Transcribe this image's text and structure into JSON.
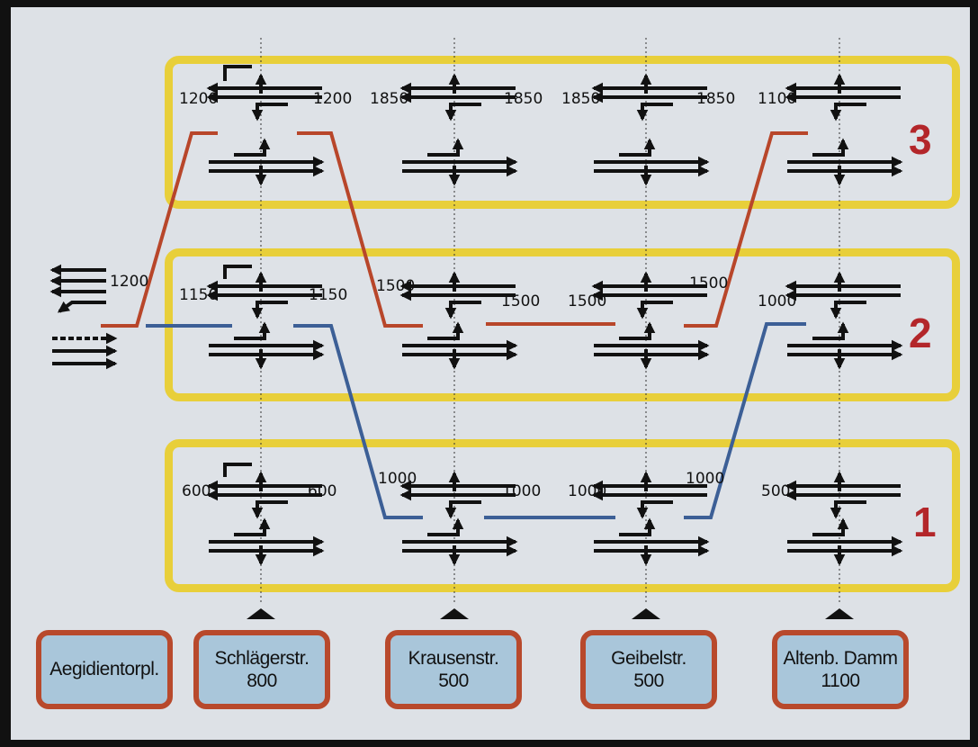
{
  "levels": [
    {
      "label": "3",
      "color": "#b3262a"
    },
    {
      "label": "2",
      "color": "#b3262a"
    },
    {
      "label": "1",
      "color": "#b3262a"
    }
  ],
  "stations": [
    {
      "name": "Aegidientorpl.",
      "depth": ""
    },
    {
      "name": "Schlägerstr.",
      "depth": "800"
    },
    {
      "name": "Krausenstr.",
      "depth": "500"
    },
    {
      "name": "Geibelstr.",
      "depth": "500"
    },
    {
      "name": "Altenb. Damm",
      "depth": "1100"
    }
  ],
  "labels": {
    "l3_schlager_left": "1200",
    "l3_schlager_right": "1200",
    "l3_krausen_left": "1850",
    "l3_krausen_right": "1850",
    "l3_geibel_left": "1850",
    "l3_geibel_right": "1850",
    "l3_altenb_left": "1100",
    "aegid_right": "1200",
    "l2_schlager_left": "1150",
    "l2_schlager_right": "1150",
    "l2_krausen_left": "1500",
    "l2_krausen_right": "1500",
    "l2_geibel_left": "1500",
    "l2_geibel_right": "1500",
    "l2_altenb_left": "1000",
    "l1_schlager_left": "600",
    "l1_schlager_right": "600",
    "l1_krausen_left": "1000",
    "l1_krausen_right": "1000",
    "l1_geibel_left": "1000",
    "l1_geibel_right": "1000",
    "l1_altenb_left": "500"
  },
  "colors": {
    "band": "#e8cf3a",
    "red_route": "#b8462a",
    "blue_route": "#3c5f96",
    "station_fill": "#a9c6da",
    "station_border": "#b8492c"
  }
}
